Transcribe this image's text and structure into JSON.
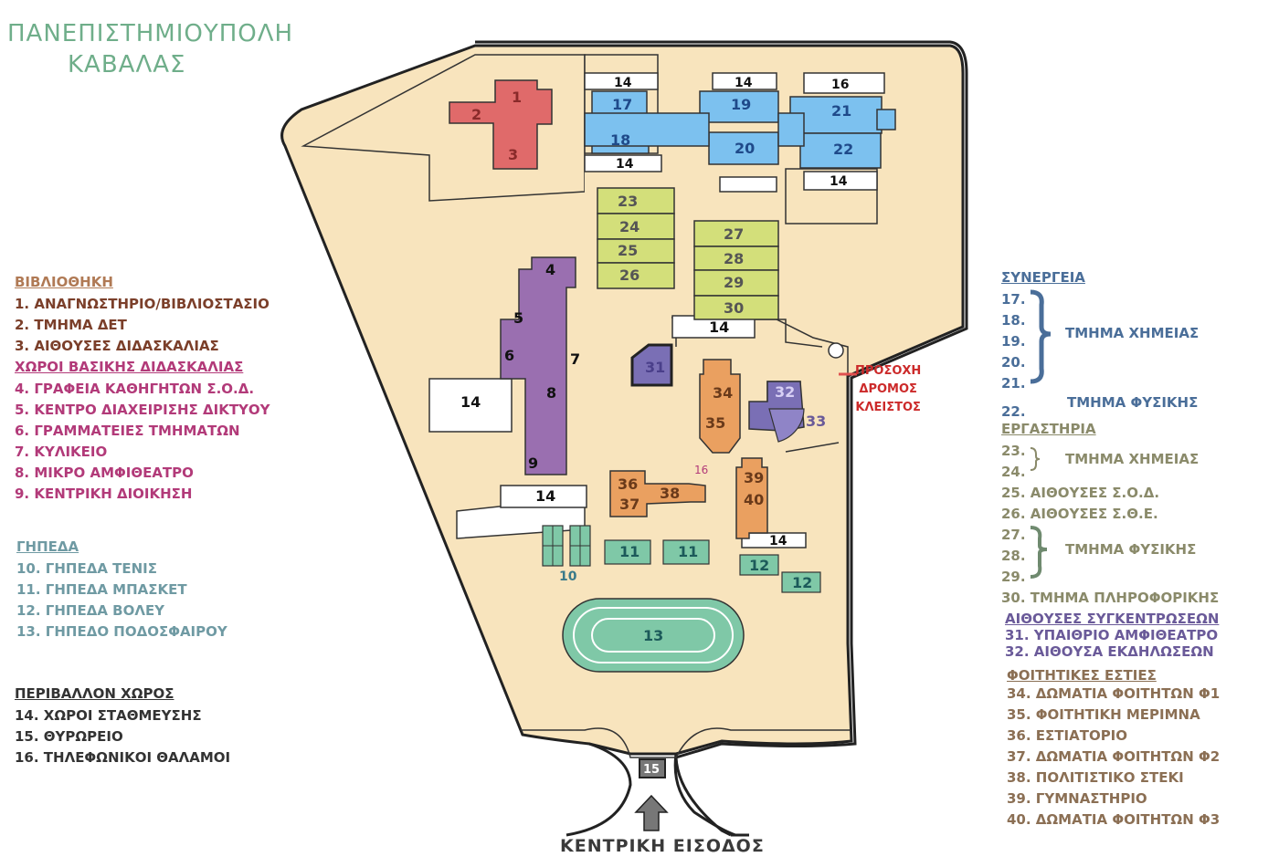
{
  "title": {
    "line1": "ΠΑΝΕΠΙΣΤΗΜΙΟΥΠΟΛΗ",
    "line2": "ΚΑΒΑΛΑΣ"
  },
  "colors": {
    "campus": "#f8e4bd",
    "road": "#ffffff",
    "library": "#e06a6a",
    "admin": "#9a6fb0",
    "chem": "#7cc1ef",
    "labs": "#d3df7a",
    "dorms": "#eaa060",
    "conf": "#7a6fb5",
    "courts": "#7fc8a7"
  },
  "legend": {
    "library": {
      "heading": "ΒΙΒΛΙΟΘΗΚΗ",
      "items": [
        "1. ΑΝΑΓΝΩΣΤΗΡΙΟ/ΒΙΒΛΙΟΣΤΑΣΙΟ",
        "2. ΤΜΗΜΑ ΔΕΤ",
        "3. ΑΙΘΟΥΣΕΣ ΔΙΔΑΣΚΑΛΙΑΣ"
      ]
    },
    "basic": {
      "heading": "ΧΩΡΟΙ ΒΑΣΙΚΗΣ ΔΙΔΑΣΚΑΛΙΑΣ",
      "items": [
        "4. ΓΡΑΦΕΙΑ ΚΑΘΗΓΗΤΩΝ Σ.Ο.Δ.",
        "5. ΚΕΝΤΡΟ ΔΙΑΧΕΙΡΙΣΗΣ ΔΙΚΤΥΟΥ",
        "6. ΓΡΑΜΜΑΤΕΙΕΣ ΤΜΗΜΑΤΩΝ",
        "7. ΚΥΛΙΚΕΙΟ",
        "8. ΜΙΚΡΟ ΑΜΦΙΘΕΑΤΡΟ",
        "9. ΚΕΝΤΡΙΚΗ ΔΙΟΙΚΗΣΗ"
      ]
    },
    "courts": {
      "heading": "ΓΗΠΕΔΑ",
      "items": [
        "10. ΓΗΠΕΔΑ ΤΕΝΙΣ",
        "11. ΓΗΠΕΔΑ ΜΠΑΣΚΕΤ",
        "12. ΓΗΠΕΔΑ ΒΟΛΕΥ",
        "13. ΓΗΠΕΔΟ ΠΟΔΟΣΦΑΙΡΟΥ"
      ]
    },
    "environment": {
      "heading": "ΠΕΡΙΒΑΛΛΟΝ ΧΩΡΟΣ",
      "items": [
        "14. ΧΩΡΟΙ ΣΤΑΘΜΕΥΣΗΣ",
        "15. ΘΥΡΩΡΕΙΟ",
        "16. ΤΗΛΕΦΩΝΙΚΟΙ ΘΑΛΑΜΟΙ"
      ]
    },
    "synergeia": {
      "heading": "ΣΥΝΕΡΓΕΙΑ",
      "numbers": [
        "17.",
        "18.",
        "19.",
        "20.",
        "21."
      ],
      "group_label": "ΤΜΗΜΑ ΧΗΜΕΙΑΣ",
      "item22_num": "22.",
      "item22_label": "ΤΜΗΜΑ ΦΥΣΙΚΗΣ"
    },
    "labs": {
      "heading": "ΕΡΓΑΣΤΗΡΙΑ",
      "numbers_a": [
        "23.",
        "24."
      ],
      "group_a": "ΤΜΗΜΑ ΧΗΜΕΙΑΣ",
      "items_mid": [
        "25. ΑΙΘΟΥΣΕΣ Σ.Ο.Δ.",
        "26. ΑΙΘΟΥΣΕΣ Σ.Θ.Ε."
      ],
      "numbers_b": [
        "27.",
        "28.",
        "29."
      ],
      "group_b": "ΤΜΗΜΑ ΦΥΣΙΚΗΣ",
      "item30": "30. ΤΜΗΜΑ ΠΛΗΡΟΦΟΡΙΚΗΣ"
    },
    "conference": {
      "heading": "ΑΙΘΟΥΣΕΣ ΣΥΓΚΕΝΤΡΩΣΕΩΝ",
      "items": [
        "31. ΥΠΑΙΘΡΙΟ ΑΜΦΙΘΕΑΤΡΟ",
        "32. ΑΙΘΟΥΣΑ ΕΚΔΗΛΩΣΕΩΝ"
      ]
    },
    "dorms": {
      "heading": "ΦΟΙΤΗΤΙΚΕΣ ΕΣΤΙΕΣ",
      "items": [
        "34. ΔΩΜΑΤΙΑ ΦΟΙΤΗΤΩΝ Φ1",
        "35. ΦΟΙΤΗΤΙΚΗ ΜΕΡΙΜΝΑ",
        "36. ΕΣΤΙΑΤΟΡΙΟ",
        "37. ΔΩΜΑΤΙΑ ΦΟΙΤΗΤΩΝ Φ2",
        "38. ΠΟΛΙΤΙΣΤΙΚΟ ΣΤΕΚΙ",
        "39. ΓΥΜΝΑΣΤΗΡΙΟ",
        "40. ΔΩΜΑΤΙΑ ΦΟΙΤΗΤΩΝ Φ3"
      ]
    }
  },
  "map": {
    "warning": [
      "ΠΡΟΣΟΧΗ",
      "ΔΡΟΜΟΣ",
      "ΚΛΕΙΣΤΟΣ"
    ],
    "entrance": "ΚΕΝΤΡΙΚΗ ΕΙΣΟΔΟΣ",
    "labels": {
      "b1": "1",
      "b2": "2",
      "b3": "3",
      "b4": "4",
      "b5": "5",
      "b6": "6",
      "b7": "7",
      "b8": "8",
      "b9": "9",
      "b10": "10",
      "b11": "11",
      "b12": "12",
      "b13": "13",
      "b14": "14",
      "b15": "15",
      "b16": "16",
      "b17": "17",
      "b18": "18",
      "b19": "19",
      "b20": "20",
      "b21": "21",
      "b22": "22",
      "b23": "23",
      "b24": "24",
      "b25": "25",
      "b26": "26",
      "b27": "27",
      "b28": "28",
      "b29": "29",
      "b30": "30",
      "b31": "31",
      "b32": "32",
      "b33": "33",
      "b34": "34",
      "b35": "35",
      "b36": "36",
      "b37": "37",
      "b38": "38",
      "b39": "39",
      "b40": "40"
    }
  }
}
